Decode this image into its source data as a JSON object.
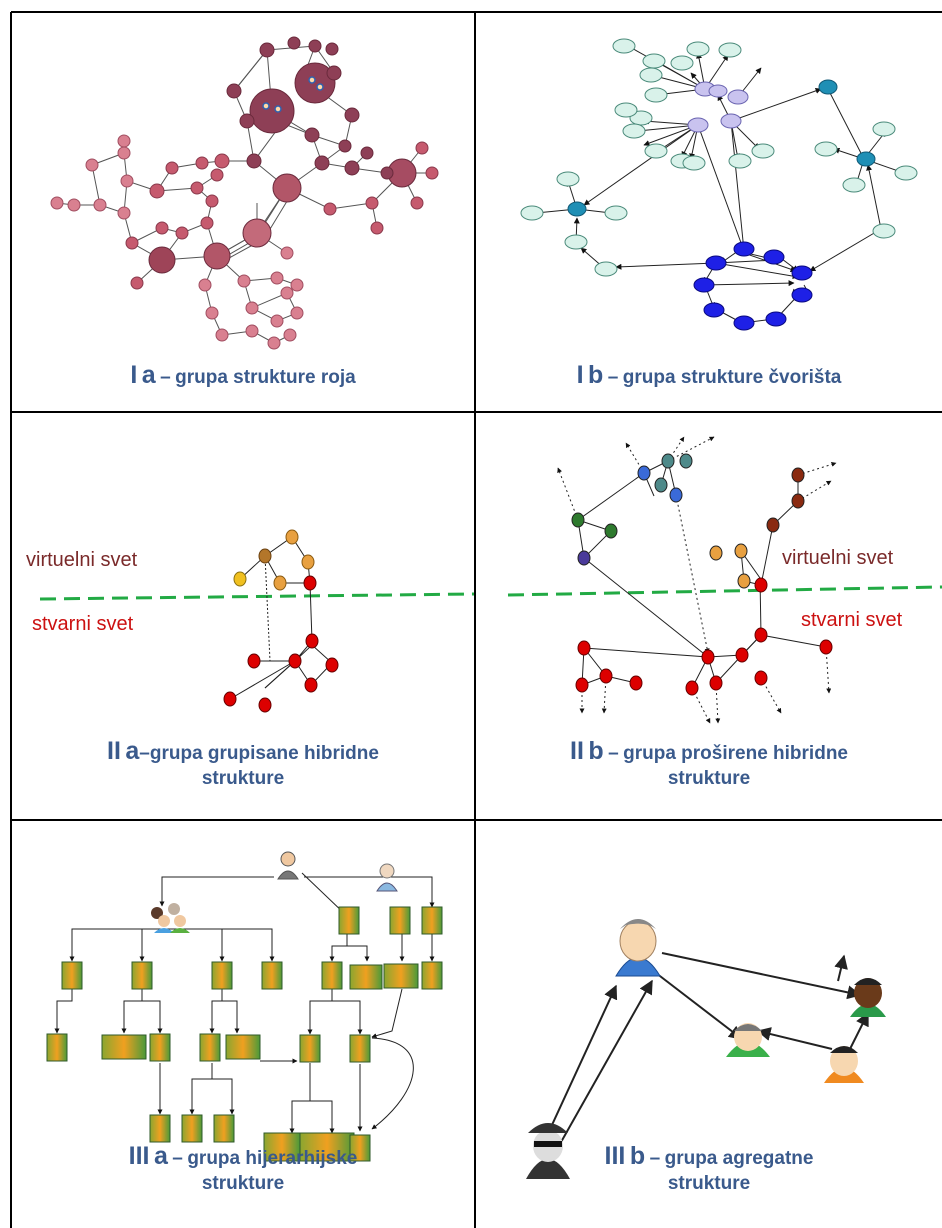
{
  "panels": {
    "ia": {
      "roman": "I",
      "letter": "a",
      "sep": "–",
      "title": "grupa strukture roja"
    },
    "ib": {
      "roman": "I",
      "letter": "b",
      "sep": "–",
      "title": "grupa strukture čvorišta"
    },
    "iia": {
      "roman": "II",
      "letter": "a",
      "sep": "–",
      "title_line1": "grupa grupisane hibridne",
      "title_line2": "strukture"
    },
    "iib": {
      "roman": "II",
      "letter": "b",
      "sep": "–",
      "title_line1": "grupa proširene hibridne",
      "title_line2": "strukture"
    },
    "iiia": {
      "roman": "III",
      "letter": "a",
      "sep": "–",
      "title_line1": "grupa hijerarhijske",
      "title_line2": "strukture"
    },
    "iiib": {
      "roman": "III",
      "letter": "b",
      "sep": "–",
      "title_line1": "grupa agregatne",
      "title_line2": "strukture"
    }
  },
  "labels": {
    "virtual_world": "virtuelni svet",
    "real_world": "stvarni svet"
  },
  "colors": {
    "caption": "#3a5a8c",
    "swarm_dark": "#8e3f56",
    "swarm_light": "#d98090",
    "hub_light": "#d9f2ea",
    "hub_teal": "#1f8fb5",
    "hub_lavender": "#c9c3ef",
    "hub_blue": "#1e20e6",
    "virtual_text": "#7a2a2a",
    "real_text": "#cc1111",
    "divider_dashed": "#22aa44"
  }
}
